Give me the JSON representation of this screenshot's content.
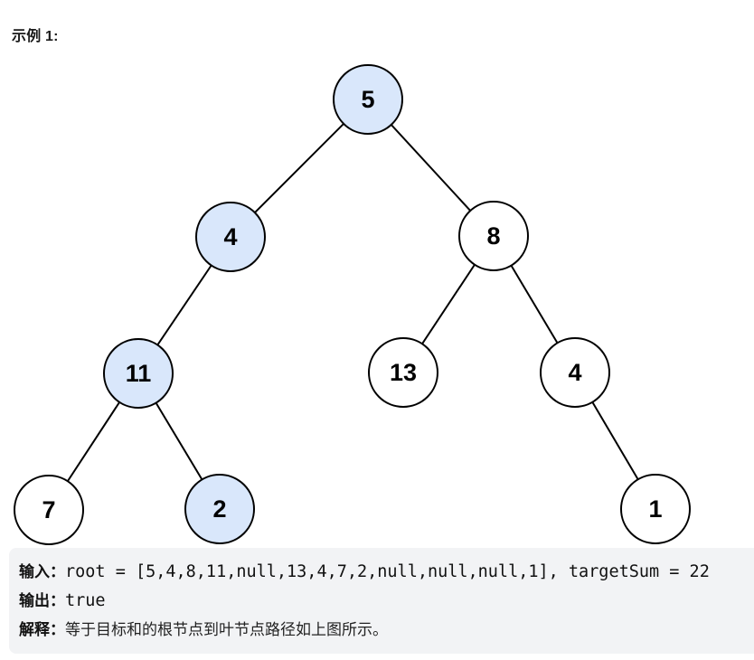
{
  "page": {
    "example_label": "示例 1:"
  },
  "tree": {
    "highlight_color": "#d9e7fb",
    "plain_fill_color": "#ffffff",
    "node_border_color": "#000000",
    "nodes": [
      {
        "value": "5",
        "highlighted": true
      },
      {
        "value": "4",
        "highlighted": true
      },
      {
        "value": "8",
        "highlighted": false
      },
      {
        "value": "11",
        "highlighted": true
      },
      {
        "value": "13",
        "highlighted": false
      },
      {
        "value": "4",
        "highlighted": false
      },
      {
        "value": "7",
        "highlighted": false
      },
      {
        "value": "2",
        "highlighted": true
      },
      {
        "value": "1",
        "highlighted": false
      }
    ],
    "edges": [
      [
        0,
        1
      ],
      [
        0,
        2
      ],
      [
        1,
        3
      ],
      [
        2,
        4
      ],
      [
        2,
        5
      ],
      [
        3,
        6
      ],
      [
        3,
        7
      ],
      [
        5,
        8
      ]
    ]
  },
  "code_block": {
    "background": "#f2f3f5",
    "lines": [
      {
        "label": "输入：",
        "code": "root = [5,4,8,11,null,13,4,7,2,null,null,null,1], targetSum = 22"
      },
      {
        "label": "输出：",
        "code": "true"
      },
      {
        "label": "解释：",
        "text": "等于目标和的根节点到叶节点路径如上图所示。"
      }
    ]
  }
}
